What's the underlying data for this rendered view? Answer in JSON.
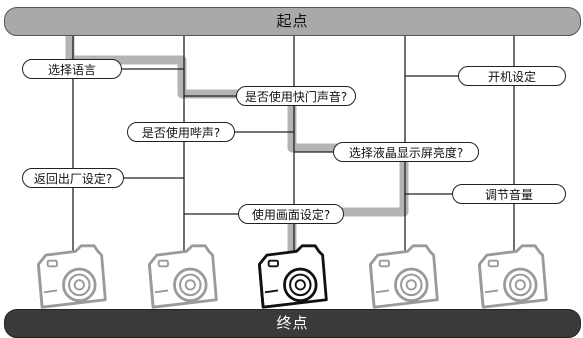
{
  "start_label": "起点",
  "end_label": "终点",
  "nodes": [
    {
      "id": "language",
      "label": "选择语言"
    },
    {
      "id": "shutter-sound",
      "label": "是否使用快门声音?"
    },
    {
      "id": "power",
      "label": "开机设定"
    },
    {
      "id": "beep",
      "label": "是否使用哔声?"
    },
    {
      "id": "lcd-brightness",
      "label": "选择液晶显示屏亮度?"
    },
    {
      "id": "factory-reset",
      "label": "返回出厂设定?"
    },
    {
      "id": "volume",
      "label": "调节音量"
    },
    {
      "id": "picture-settings",
      "label": "使用画面设定?"
    }
  ],
  "cameras": [
    {
      "id": "camera-1",
      "highlighted": false
    },
    {
      "id": "camera-2",
      "highlighted": false
    },
    {
      "id": "camera-3",
      "highlighted": true
    },
    {
      "id": "camera-4",
      "highlighted": false
    },
    {
      "id": "camera-5",
      "highlighted": false
    }
  ],
  "colors": {
    "path_highlight": "#b4b4b4",
    "start_bar": "#a9a9a9",
    "end_bar": "#3a3a3a",
    "line": "#222222",
    "camera_faded": "#9a9a9a",
    "camera_active": "#111111"
  }
}
